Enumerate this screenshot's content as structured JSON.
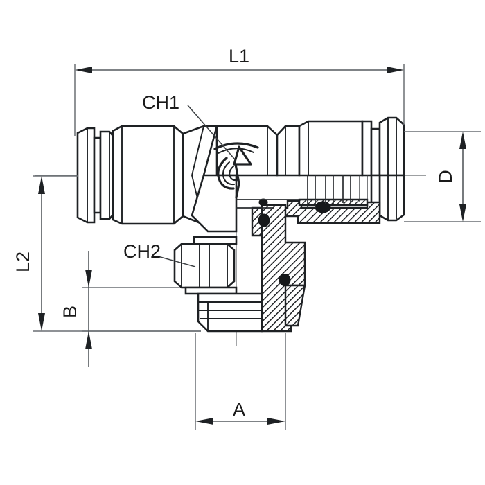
{
  "drawing": {
    "type": "engineering-dimension-drawing",
    "subject": "Pneumatic push-in branch tee fitting with male thread, half-section view",
    "background_color": "#ffffff",
    "line_color": "#1e2124",
    "dimension_line_color": "#555a5e",
    "centerline_color": "#7d8184"
  },
  "dimensions": {
    "overall_length": {
      "label": "L1",
      "orientation": "horizontal",
      "position": "top"
    },
    "overall_height": {
      "label": "L2",
      "orientation": "vertical-rotated",
      "position": "left"
    },
    "branch_offset": {
      "label": "B",
      "orientation": "vertical-rotated",
      "position": "left-inner"
    },
    "body_diameter": {
      "label": "D",
      "orientation": "vertical-rotated",
      "position": "right"
    },
    "thread_width": {
      "label": "A",
      "orientation": "horizontal",
      "position": "bottom"
    }
  },
  "callouts": {
    "hex_main": {
      "label": "CH1",
      "description": "hex across flats on main body"
    },
    "hex_branch": {
      "label": "CH2",
      "description": "hex across flats on branch nut"
    }
  }
}
